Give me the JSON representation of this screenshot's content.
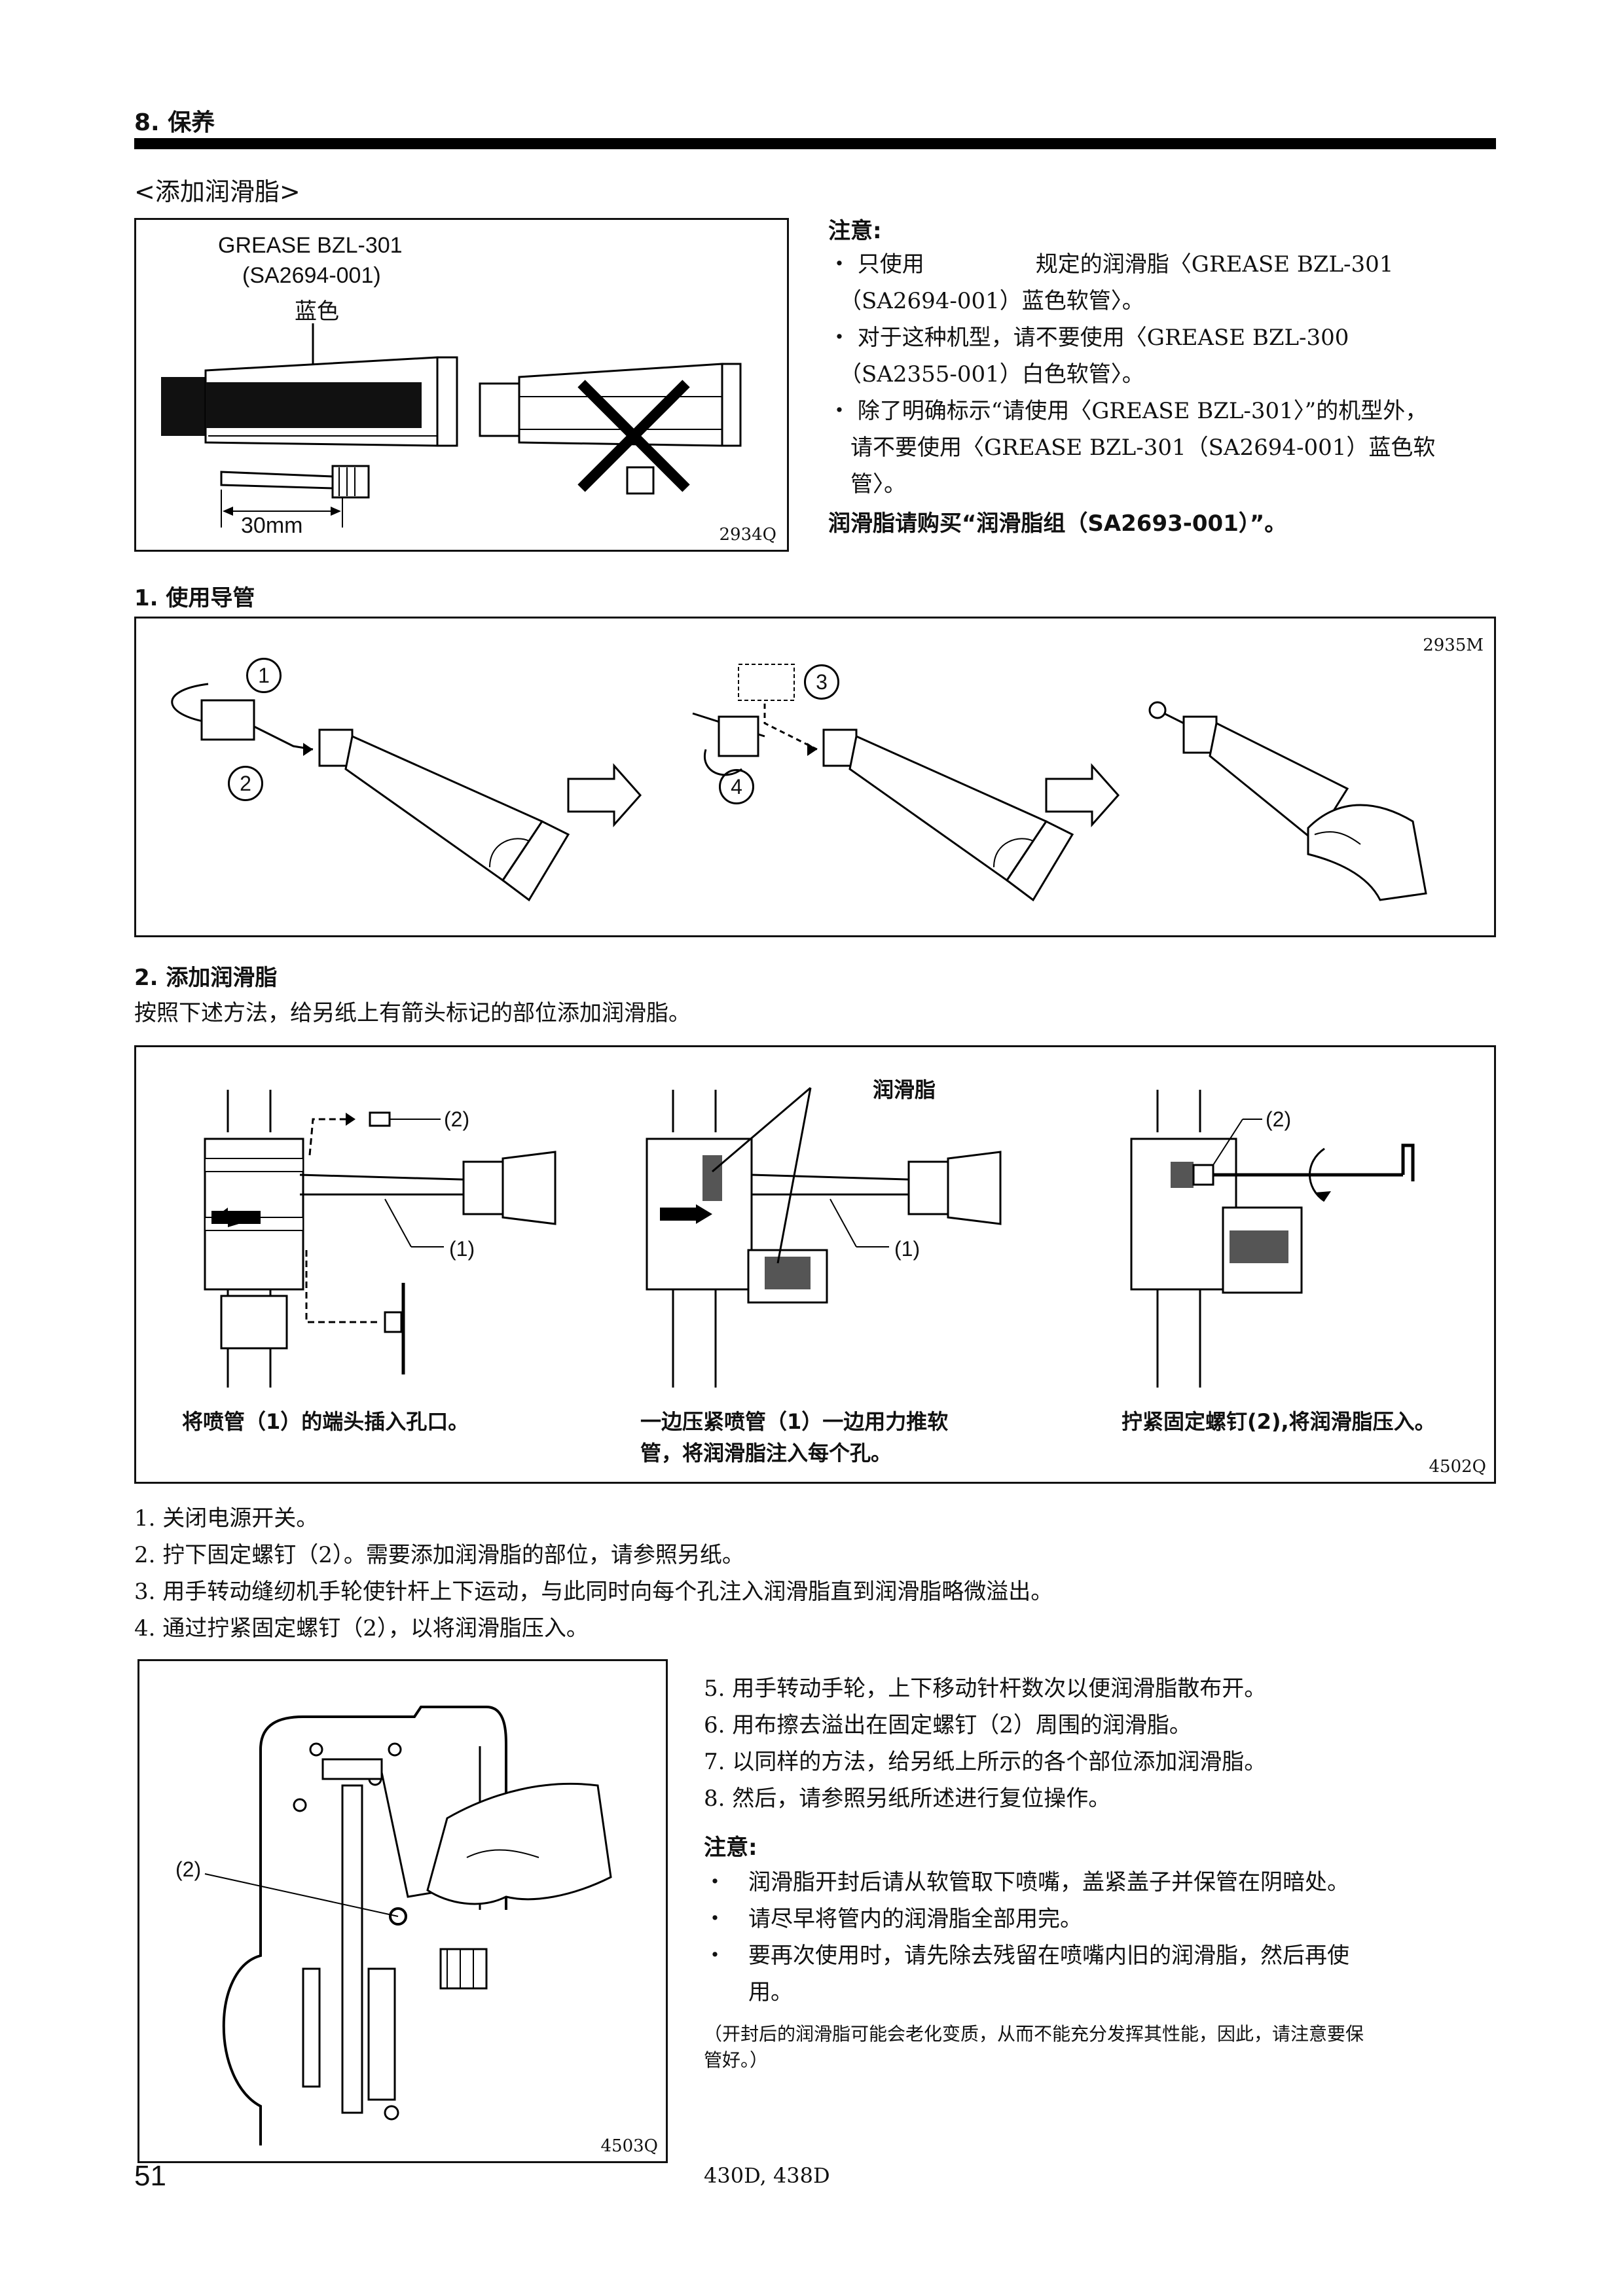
{
  "header": {
    "section": "8. 保养"
  },
  "grease_title": "<添加润滑脂>",
  "fig_top": {
    "label_line1": "GREASE BZL-301",
    "label_line2": "(SA2694-001)",
    "label_line3": "蓝色",
    "dimension": "30mm",
    "ref": "2934Q"
  },
  "notice1": {
    "title": "注意:",
    "items": [
      "・ 只使用　　　　　规定的润滑脂〈GREASE BZL-301",
      "　（SA2694-001）蓝色软管〉。",
      "・ 对于这种机型，请不要使用〈GREASE BZL-300",
      "　（SA2355-001）白色软管〉。",
      "・ 除了明确标示“请使用〈GREASE BZL-301〉”的机型外，",
      "　请不要使用〈GREASE BZL-301（SA2694-001）蓝色软",
      "　管〉。"
    ],
    "purchase": "润滑脂请购买“润滑脂组（SA2693-001）”。"
  },
  "step1": {
    "heading": "1. 使用导管",
    "ref": "2935M",
    "callouts": [
      "1",
      "2",
      "3",
      "4"
    ]
  },
  "step2": {
    "heading": "2. 添加润滑脂",
    "intro": "按照下述方法，给另纸上有箭头标记的部位添加润滑脂。",
    "ref": "4502Q",
    "label_grease": "润滑脂",
    "label_1": "(1)",
    "label_2": "(2)",
    "captions": [
      "将喷管（1）的端头插入孔口。",
      "一边压紧喷管（1）一边用力推软",
      "管，将润滑脂注入每个孔。",
      "拧紧固定螺钉(2),将润滑脂压入。"
    ]
  },
  "steps_list": [
    "1. 关闭电源开关。",
    "2. 拧下固定螺钉（2）。需要添加润滑脂的部位，请参照另纸。",
    "3. 用手转动缝纫机手轮使针杆上下运动，与此同时向每个孔注入润滑脂直到润滑脂略微溢出。",
    "4. 通过拧紧固定螺钉（2），以将润滑脂压入。"
  ],
  "fig_bottom": {
    "ref": "4503Q",
    "label_2": "(2)"
  },
  "steps_list2": [
    "5.  用手转动手轮，上下移动针杆数次以便润滑脂散布开。",
    "6.  用布擦去溢出在固定螺钉（2）周围的润滑脂。",
    "7.  以同样的方法，给另纸上所示的各个部位添加润滑脂。",
    "8.  然后，请参照另纸所述进行复位操作。"
  ],
  "notice2": {
    "title": "注意:",
    "items": [
      "润滑脂开封后请从软管取下喷嘴，盖紧盖子并保管在阴暗处。",
      "请尽早将管内的润滑脂全部用完。",
      "要再次使用时，请先除去残留在喷嘴内旧的润滑脂，然后再使",
      "用。"
    ],
    "note_line1": "（开封后的润滑脂可能会老化变质，从而不能充分发挥其性能，因此，请注意要保",
    "note_line2": "管好。）"
  },
  "footer": {
    "page": "51",
    "model": "430D, 438D"
  }
}
